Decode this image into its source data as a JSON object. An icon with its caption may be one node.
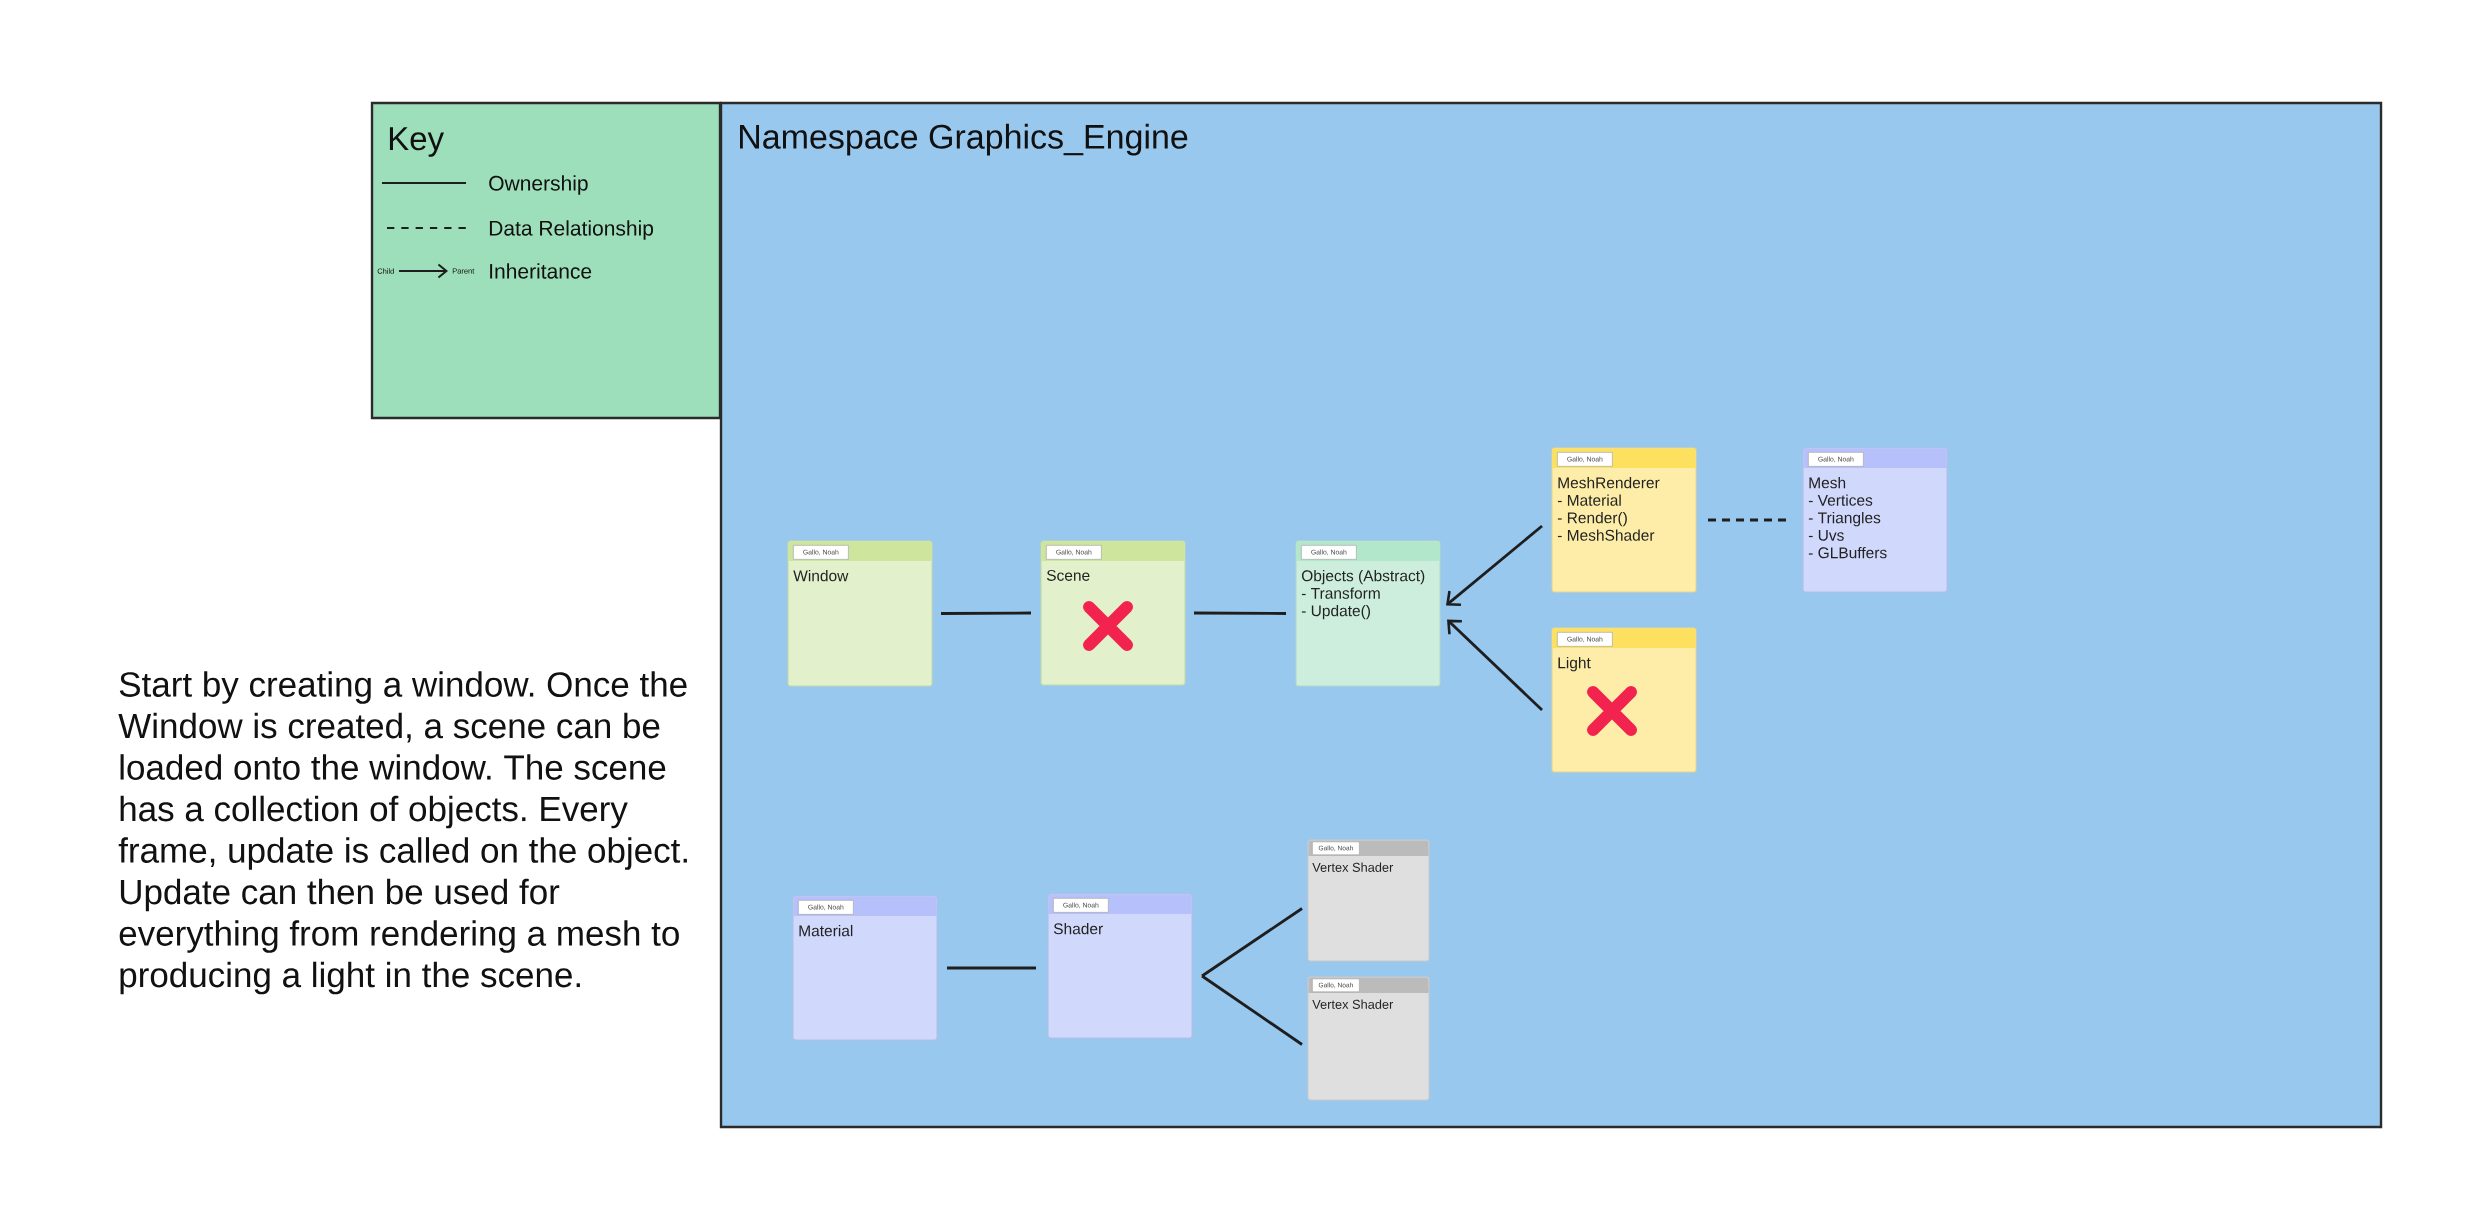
{
  "diagram": {
    "nodes": [
      {
        "text": [
          "Key"
        ]
      },
      {
        "text": [
          "Namespace Graphics_Engine"
        ]
      },
      {
        "text": [
          "Gallo, Noah",
          "Window"
        ],
        "in": 1
      },
      {
        "text": [
          "Gallo, Noah",
          "Scene"
        ],
        "in": 1
      },
      {
        "text": [
          "Gallo, Noah",
          "Objects (Abstract)",
          "- Transform",
          "- Update()"
        ],
        "in": 1
      },
      {
        "text": [
          "Gallo, Noah",
          "MeshRenderer",
          "- Material",
          "- Render()",
          "- MeshShader"
        ],
        "in": 1
      },
      {
        "text": [
          "Gallo, Noah",
          "Mesh",
          "- Vertices",
          "- Triangles",
          "- Uvs",
          "- GLBuffers"
        ],
        "in": 1
      },
      {
        "text": [
          "Gallo, Noah",
          "Light"
        ],
        "in": 1
      },
      {
        "text": [
          "Gallo, Noah",
          "Material"
        ],
        "in": 1
      },
      {
        "text": [
          "Gallo, Noah",
          "Shader"
        ],
        "in": 1
      },
      {
        "text": [
          "Gallo, Noah",
          "Vertex Shader"
        ],
        "in": 1
      },
      {
        "text": [
          "Gallo, Noah",
          "Vertex Shader"
        ],
        "in": 1
      }
    ],
    "edges": [
      {
        "from": 2,
        "to": 3,
        "arrow": "none"
      },
      {
        "from": 3,
        "to": 4,
        "arrow": "none"
      },
      {
        "from": 5,
        "to": 4,
        "arrow": "to"
      },
      {
        "from": 7,
        "to": 4,
        "arrow": "to"
      },
      {
        "from": 5,
        "to": 6,
        "arrow": "none",
        "style": "dashed"
      },
      {
        "from": 8,
        "to": 9,
        "arrow": "none"
      },
      {
        "from": 9,
        "to": 10,
        "arrow": "none"
      },
      {
        "from": 9,
        "to": 11,
        "arrow": "none"
      }
    ],
    "labels": [
      "Child",
      "Parent",
      "Start by creating a window. Once the Window is created, a scene can be loaded onto the window. The scene has a collection of objects. Every frame, update is called on the object. Update can then be used for everything from rendering a mesh to producing a light in the scene."
    ],
    "legend": [
      {
        "text": "Ownership"
      },
      {
        "text": "Data Relationship"
      },
      {
        "text": "Inheritance"
      }
    ]
  }
}
